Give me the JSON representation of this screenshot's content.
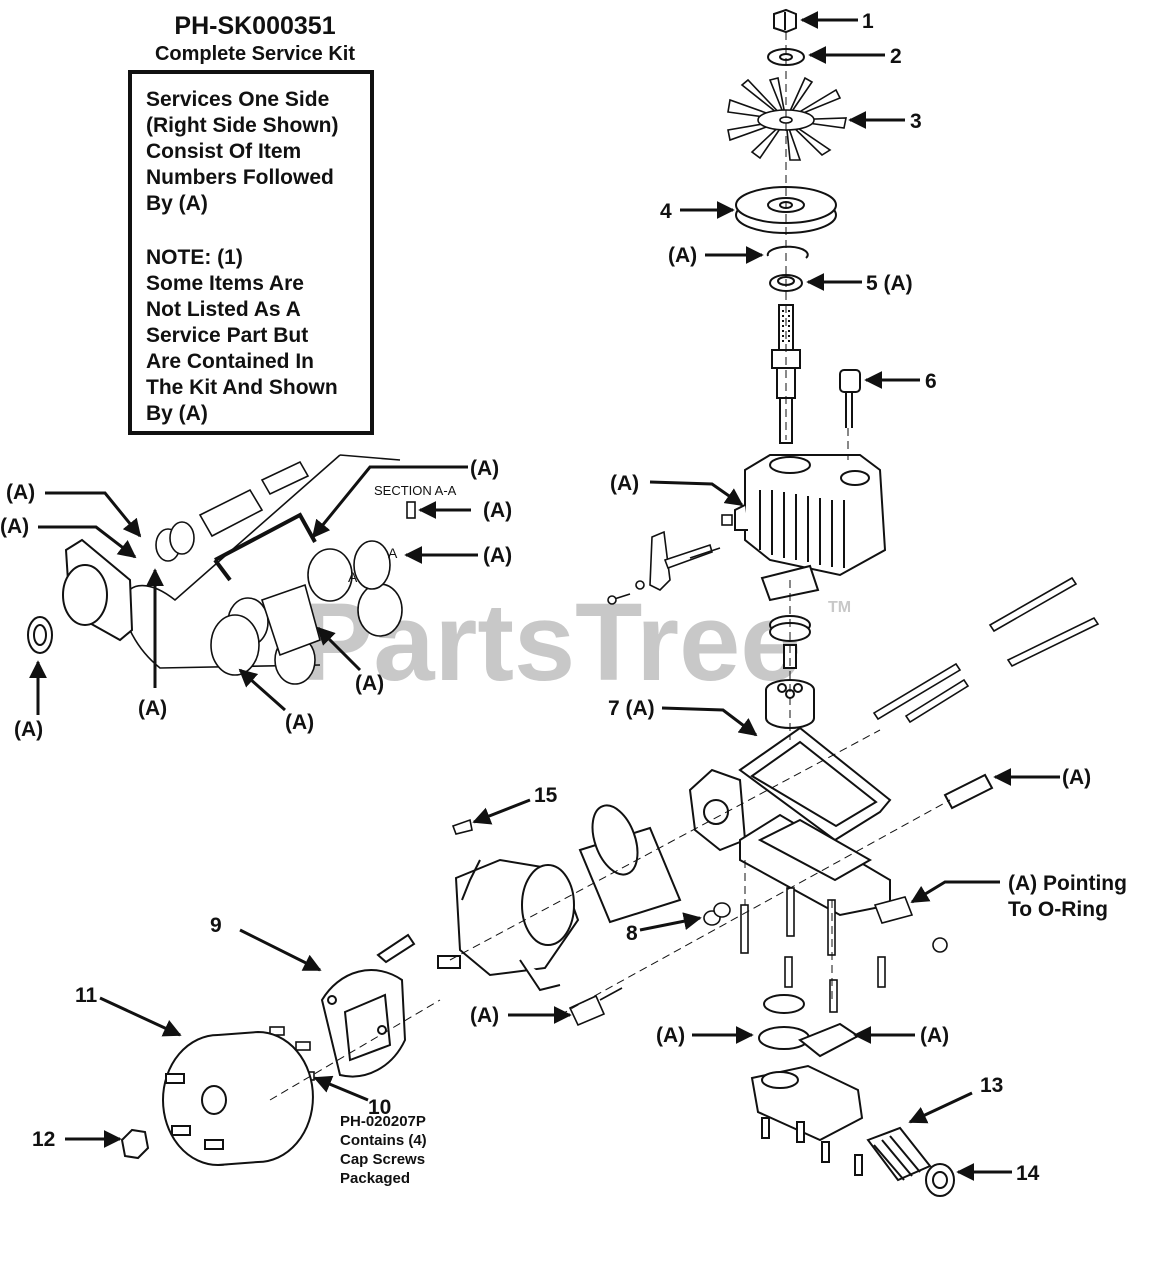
{
  "kit": {
    "title": "PH-SK000351",
    "subtitle": "Complete Service Kit",
    "notes": [
      "Services One Side",
      "(Right Side Shown)",
      "Consist Of Item",
      "Numbers Followed",
      "By (A)",
      "",
      "NOTE: (1)",
      "Some Items Are",
      "Not Listed As A",
      "Service Part But",
      "Are Contained In",
      "The Kit And Shown",
      "By (A)"
    ]
  },
  "section_label": "SECTION A-A",
  "watermark": "PartsTree",
  "watermark_tm": "TM",
  "labels": {
    "n1": "1",
    "n2": "2",
    "n3": "3",
    "n4": "4",
    "n5": "5 (A)",
    "n6": "6",
    "n7": "7 (A)",
    "n8": "8",
    "n9": "9",
    "n10": "10",
    "n11": "11",
    "n12": "12",
    "n13": "13",
    "n14": "14",
    "n15": "15",
    "a": "(A)",
    "a_pointing_1": "(A) Pointing",
    "a_pointing_2": "To O-Ring",
    "section_a": "A"
  },
  "item10_notes": [
    "PH-020207P",
    "Contains (4)",
    "Cap Screws",
    "Packaged"
  ]
}
